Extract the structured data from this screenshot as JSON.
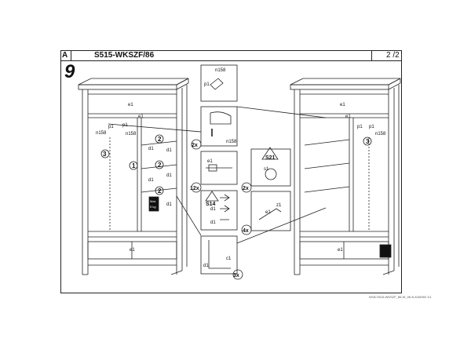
{
  "header": {
    "section_letter": "A",
    "model_code": "S515-WKSZF/86",
    "page_number": "2 /2"
  },
  "step": {
    "number": "9"
  },
  "footer": {
    "code": "W1B-S515-WKSZF_86-W_06-N-KA0060 1/1"
  },
  "labels": {
    "n158": "n158",
    "p1": "p1",
    "e1": "e1",
    "d1": "d1",
    "s1": "s1",
    "z1": "z1",
    "c1": "c1"
  },
  "markers": {
    "one": "1",
    "two": "2",
    "three": "3"
  },
  "details": {
    "count_2x_a": "2x",
    "count_12x": "12x",
    "count_2x_b": "2x",
    "count_4x": "4x",
    "count_3x": "3x",
    "warn_s21": "S21",
    "warn_s14": "S14",
    "max_label": "Max",
    "max_value": "5 kg"
  }
}
